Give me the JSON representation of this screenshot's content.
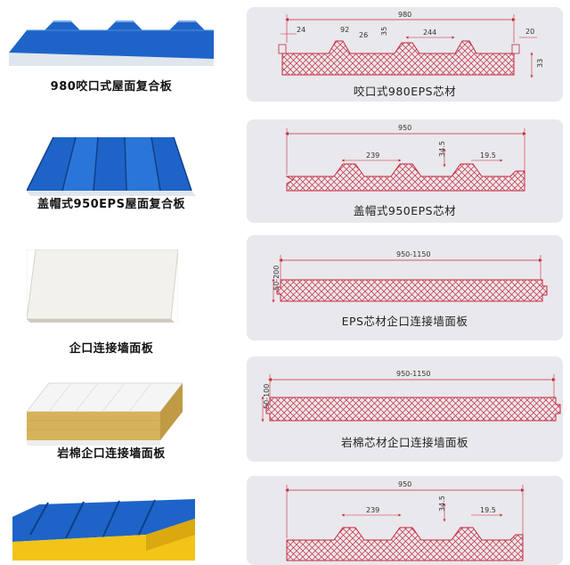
{
  "panels": [
    {
      "caption": "980咬口式屋面复合板",
      "diagram_caption": "咬口式980EPS芯材",
      "dims": {
        "total": "980",
        "a": "24",
        "b": "92",
        "c": "26",
        "d": "35",
        "e": "244",
        "f": "20",
        "g": "33"
      }
    },
    {
      "caption": "盖帽式950EPS屋面复合板",
      "diagram_caption": "盖帽式950EPS芯材",
      "dims": {
        "total": "950",
        "a": "239",
        "b": "34.5",
        "c": "19.5"
      }
    },
    {
      "caption": "企口连接墙面板",
      "diagram_caption": "EPS芯材企口连接墙面板",
      "dims": {
        "width": "950-1150",
        "thickness": "50-200"
      }
    },
    {
      "caption": "岩棉企口连接墙面板",
      "diagram_caption": "岩棉芯材企口连接墙面板",
      "dims": {
        "width": "950-1150",
        "thickness": "50-100"
      }
    },
    {
      "caption": "",
      "diagram_caption": "",
      "dims": {
        "total": "950",
        "a": "239",
        "b": "34.5",
        "c": "19.5"
      }
    }
  ],
  "colors": {
    "roof_blue": "#1e64c8",
    "dim_red": "#c8283c",
    "card_bg": "#e9e8ec",
    "core_yellow": "#f2c417"
  }
}
